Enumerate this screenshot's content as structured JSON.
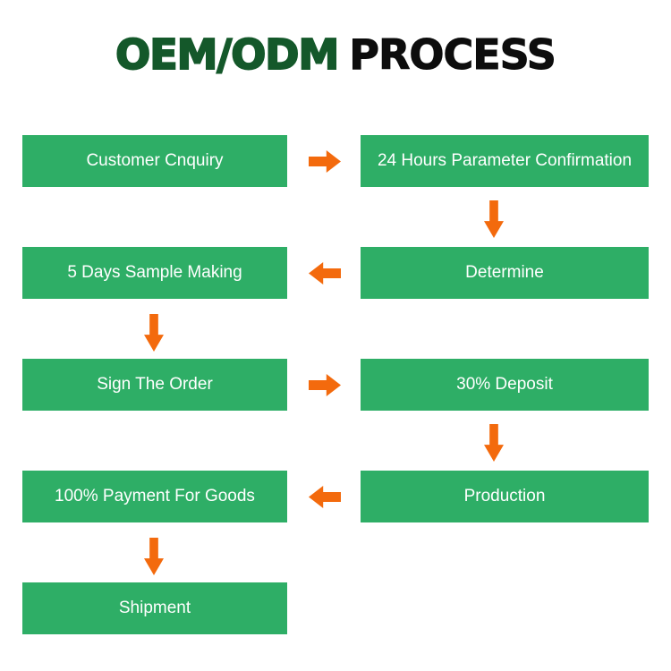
{
  "title": {
    "highlight": "OEM/ODM",
    "rest": "PROCESS"
  },
  "colors": {
    "background": "#ffffff",
    "box_green": "#2eae66",
    "box_text": "#ffffff",
    "arrow_orange": "#f36a0d",
    "title_green": "#14582a",
    "title_dark": "#0d0d0d"
  },
  "flow": {
    "boxes": [
      {
        "label": "Customer Cnquiry",
        "column": "left",
        "row": 1
      },
      {
        "label": "24 Hours Parameter Confirmation",
        "column": "right",
        "row": 1
      },
      {
        "label": "5 Days Sample Making",
        "column": "left",
        "row": 2
      },
      {
        "label": "Determine",
        "column": "right",
        "row": 2
      },
      {
        "label": "Sign The Order",
        "column": "left",
        "row": 3
      },
      {
        "label": "30% Deposit",
        "column": "right",
        "row": 3
      },
      {
        "label": "100% Payment For Goods",
        "column": "left",
        "row": 4
      },
      {
        "label": "Production",
        "column": "right",
        "row": 4
      },
      {
        "label": "Shipment",
        "column": "left",
        "row": 5
      }
    ],
    "arrows": [
      {
        "from": "Customer Cnquiry",
        "to": "24 Hours Parameter Confirmation",
        "direction": "right"
      },
      {
        "from": "24 Hours Parameter Confirmation",
        "to": "Determine",
        "direction": "down"
      },
      {
        "from": "Determine",
        "to": "5 Days Sample Making",
        "direction": "left"
      },
      {
        "from": "5 Days Sample Making",
        "to": "Sign The Order",
        "direction": "down"
      },
      {
        "from": "Sign The Order",
        "to": "30% Deposit",
        "direction": "right"
      },
      {
        "from": "30% Deposit",
        "to": "Production",
        "direction": "down"
      },
      {
        "from": "Production",
        "to": "100% Payment For Goods",
        "direction": "left"
      },
      {
        "from": "100% Payment For Goods",
        "to": "Shipment",
        "direction": "down"
      }
    ]
  }
}
